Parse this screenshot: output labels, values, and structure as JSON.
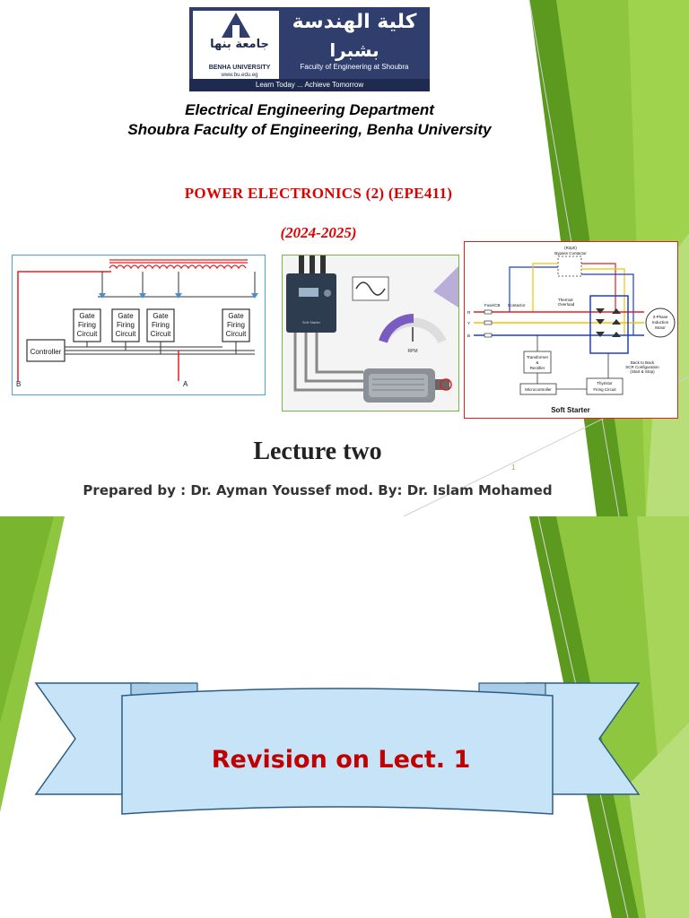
{
  "slide1": {
    "logo": {
      "arabic_faculty_line1": "كلية الهندسة",
      "arabic_faculty_line2": "بشبرا",
      "english_faculty": "Faculty of Engineering at Shoubra",
      "arabic_university": "جامعة بنها",
      "english_university": "BENHA UNIVERSITY",
      "website": "www.bu.edu.eg",
      "tagline": "Learn Today ... Achieve Tomorrow"
    },
    "department_line1": "Electrical Engineering Department",
    "department_line2": "Shoubra Faculty of Engineering, Benha University",
    "course_title": "POWER  ELECTRONICS  (2)  (EPE411)",
    "academic_year": "(2024-2025)",
    "figure1": {
      "gate_label": [
        "Gate",
        "Firing",
        "Circuit"
      ],
      "controller_label": "Controller",
      "node_a": "A",
      "node_b": "B"
    },
    "figure2": {
      "rpm_label": "RPM",
      "device_label": "Soft Starter"
    },
    "figure3": {
      "bypass_label_1": "(R2ph)",
      "bypass_label_2": "Bypass Contactor",
      "fuse_label": "Fuse/CB",
      "contactor_label": "Contactor",
      "overload_label_1": "Thermal",
      "overload_label_2": "Overload",
      "motor_label_1": "3-Phase",
      "motor_label_2": "Induction",
      "motor_label_3": "Motor",
      "transformer_label_1": "Transformer",
      "transformer_label_2": "&",
      "transformer_label_3": "Rectifier",
      "micro_label": "Microcontroller",
      "thyristor_label_1": "Thyristor",
      "thyristor_label_2": "Firing Circuit",
      "scr_label_1": "Back to Back",
      "scr_label_2": "SCR Configuration",
      "scr_label_3": "(Start & Stop)",
      "phase_r": "R",
      "phase_y": "Y",
      "phase_b": "B",
      "caption": "Soft Starter"
    },
    "lecture_title": "Lecture two",
    "page_number": "1",
    "prepared_by": "Prepared by : Dr. Ayman Youssef mod. By: Dr. Islam Mohamed"
  },
  "slide2": {
    "banner_text": "Revision on Lect. 1"
  },
  "colors": {
    "green_dark": "#5a9e1a",
    "green_light": "#8dc63f",
    "red_title": "#e00000",
    "banner_fill": "#c6e3f7",
    "banner_text": "#c00000"
  }
}
